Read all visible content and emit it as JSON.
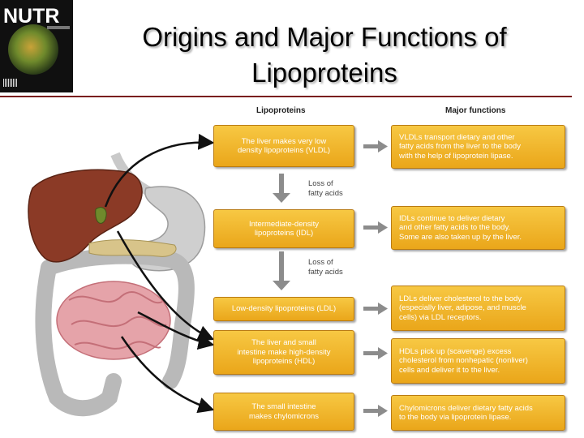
{
  "title": {
    "line1": "Origins and Major Functions of",
    "line2": "Lipoproteins"
  },
  "cover": {
    "masthead": "NUTR"
  },
  "columns": {
    "left": "Lipoproteins",
    "right": "Major functions"
  },
  "lipoproteins": [
    "The liver makes very low\ndensity lipoproteins (VLDL)",
    "Intermediate-density\nlipoproteins (IDL)",
    "Low-density lipoproteins (LDL)",
    "The liver and small\nintestine make high-density\nlipoproteins (HDL)",
    "The small intestine\nmakes chylomicrons"
  ],
  "functions": [
    "VLDLs transport dietary and other\nfatty acids from the liver to the body\nwith the help of lipoprotein lipase.",
    "IDLs continue to deliver dietary\nand other fatty acids to the body.\nSome are also taken up by the liver.",
    "LDLs deliver cholesterol to the body\n(especially liver, adipose, and muscle\ncells) via LDL receptors.",
    "HDLs pick up (scavenge) excess\ncholesterol from nonhepatic (nonliver)\ncells and deliver it to the liver.",
    "Chylomicrons deliver dietary fatty acids\nto the body via lipoprotein lipase."
  ],
  "loss_labels": [
    "Loss of\nfatty acids",
    "Loss of\nfatty acids"
  ],
  "colors": {
    "box": "#f0b428",
    "arrow": "#8c8c8c",
    "rule": "#7a1e1e",
    "liver": "#8b3a26",
    "intestine": "#e39aa0"
  }
}
